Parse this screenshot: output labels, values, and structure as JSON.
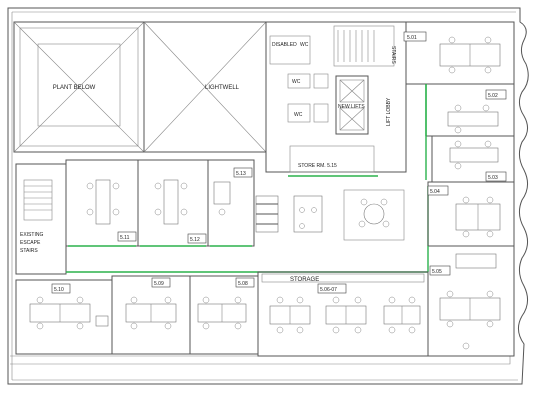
{
  "spaces": {
    "plant_below": "PLANT BELOW",
    "lightwell": "LIGHTWELL",
    "disabled_wc_1": "DISABLED",
    "disabled_wc_2": "WC",
    "wc_1": "WC",
    "wc_2": "WC",
    "stairs_top": "STAIRS",
    "new_lifts": "NEW LIFTS",
    "lift_lobby": "LIFT LOBBY",
    "store_room": "STORE RM. 5.15",
    "storage": "STORAGE",
    "existing_escape_stairs": [
      "EXISTING",
      "ESCAPE",
      "STAIRS"
    ]
  },
  "room_tags": {
    "r501": "5.01",
    "r502": "5.02",
    "r503": "5.03",
    "r504": "5.04",
    "r505": "5.05",
    "r506": "5.06-07",
    "r508": "5.08",
    "r509": "5.09",
    "r510": "5.10",
    "r511": "5.11",
    "r512": "5.12",
    "r513": "5.13"
  },
  "colors": {
    "walls": "#555555",
    "glazing": "#2bb24c",
    "background": "#ffffff",
    "furniture": "#777777"
  }
}
